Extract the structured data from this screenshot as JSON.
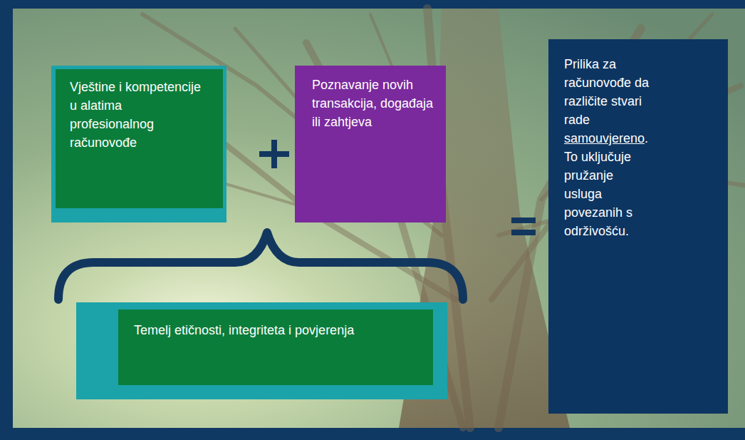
{
  "diagram": {
    "nodes": [
      {
        "text": [
          "Vještine i kompetencije u alatima profesionalnog računovođe"
        ]
      },
      {
        "text": [
          "Poznavanje novih transakcija, događaja ili zahtjeva"
        ]
      },
      {
        "text": [
          "Prilika za računovođe da različite stvari rade samouvjereno. To uključuje pružanje usluga povezanih s održivošću."
        ]
      },
      {
        "text": [
          "Temelj etičnosti, integriteta i povjerenja"
        ]
      }
    ],
    "edges": []
  }
}
